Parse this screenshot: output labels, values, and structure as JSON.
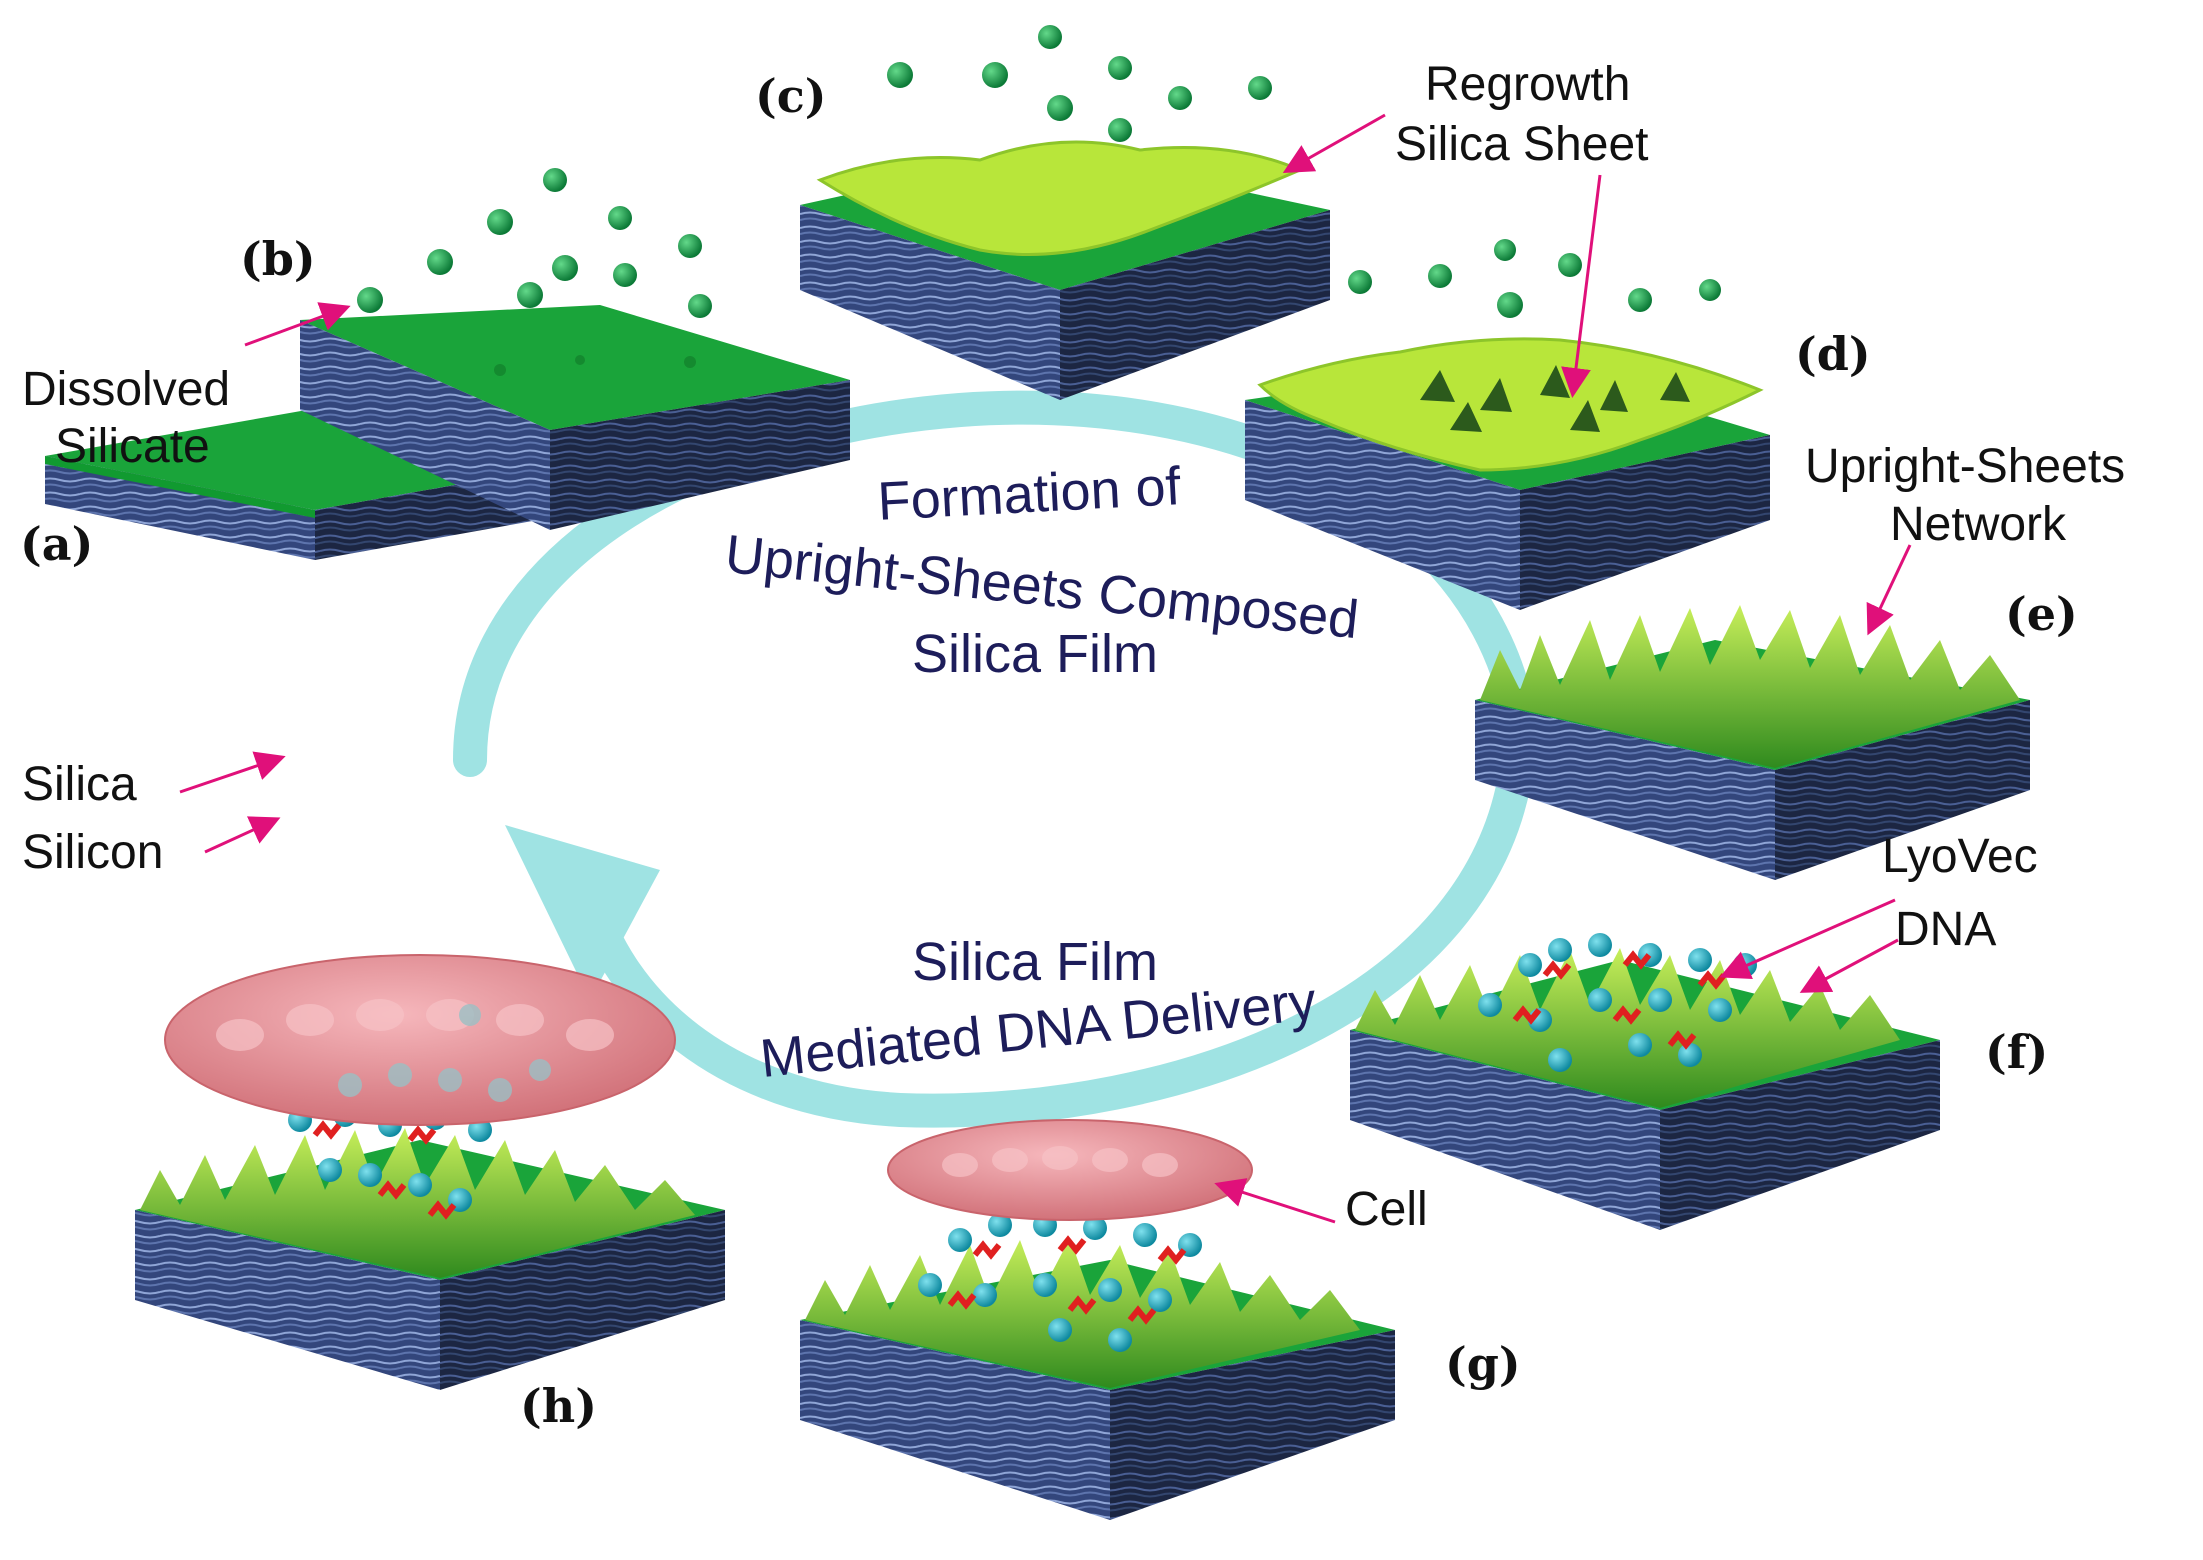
{
  "steps": {
    "a": "(a)",
    "b": "(b)",
    "c": "(c)",
    "d": "(d)",
    "e": "(e)",
    "f": "(f)",
    "g": "(g)",
    "h": "(h)"
  },
  "labels": {
    "dissolved_line1": "Dissolved",
    "dissolved_line2": "Silicate",
    "regrowth_line1": "Regrowth",
    "regrowth_line2": "Silica Sheet",
    "upright_line1": "Upright-Sheets",
    "upright_line2": "Network",
    "silica": "Silica",
    "silicon": "Silicon",
    "lyovec": "LyoVec",
    "dna": "DNA",
    "cell": "Cell"
  },
  "cycle": {
    "top_line1": "Formation of",
    "top_line2": "Upright-Sheets Composed",
    "top_line3": "Silica Film",
    "bottom_line1": "Silica Film",
    "bottom_line2": "Mediated DNA Delivery"
  },
  "colors": {
    "silica_green": "#1aa43a",
    "regrowth_yellow": "#b8e63a",
    "silicon_blue": "#3b4f86",
    "cycle_arrow": "#9fe3e3",
    "pointer": "#e0107a",
    "dna_red": "#e02020",
    "lyovec_cyan": "#1fa6b8",
    "cell_pink": "#e68a90"
  }
}
